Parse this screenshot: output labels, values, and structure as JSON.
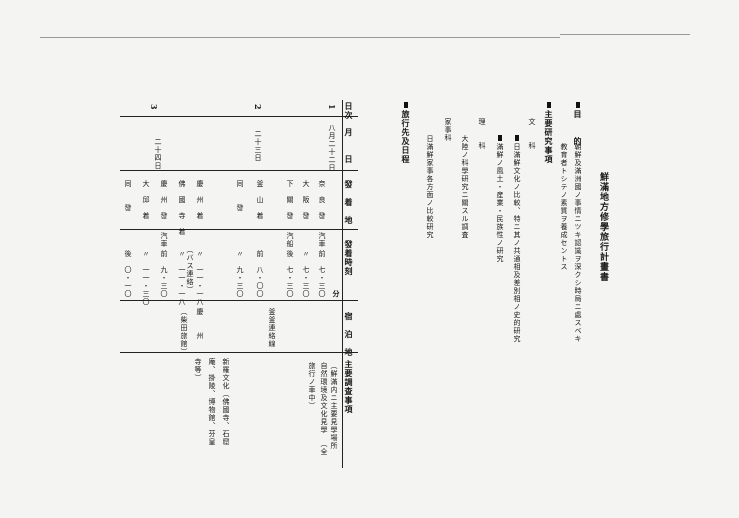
{
  "document": {
    "title": "鮮滿地方修學旅行計畫書",
    "sections": {
      "purpose": {
        "heading": "目　　的",
        "line1": "朝鮮及滿洲國ノ事情ニツキ認識ヲ深クシ時局ニ處スベキ",
        "line2": "教育者トシテノ素質ヲ養成セントス"
      },
      "research": {
        "heading": "主要研究事項",
        "category1": "文　　科",
        "item1": "日滿鮮文化ノ比較、特ニ其ノ共通相及差別相ノ史的研究",
        "item2": "滿鮮ノ風土・産業・民族性ノ研究",
        "category2": "理　　科",
        "item3": "大陸ノ科學研究ニ關スル調査",
        "category3": "家事科",
        "item4": "日滿鮮家事各方面ノ比較研究"
      },
      "itinerary_heading": "旅行先及日程"
    },
    "table": {
      "headers": {
        "day_no": "日次",
        "month_day": "月　　日",
        "route": "發　着　地",
        "time": "發着時刻",
        "minute": "分",
        "lodging": "宿　泊　地",
        "notes": "主要調査事項"
      },
      "rows": [
        {
          "day": "1",
          "date": "八月二十二日",
          "places": [
            "奈　良　發",
            "大　阪　發",
            "下　關　發"
          ],
          "modes": [
            "汽車",
            "",
            "汽船"
          ],
          "times": [
            "前　七・三〇",
            "〃　七・三〇",
            "後　七・三〇"
          ],
          "note1": "（鮮滿内ニ主要見學場所",
          "note2": "旅行ノ車中）"
        },
        {
          "day": "2",
          "date": "二十三日",
          "places": [
            "釜　山　着",
            "同　　發"
          ],
          "modes": [
            "",
            ""
          ],
          "times": [
            "前　八・〇〇",
            "〃　九・三〇"
          ],
          "lodging": "釜釜連絡線",
          "note1": "自然環境及文化見學",
          "note2": "（全"
        },
        {
          "day": "3",
          "date": "二十四日",
          "places": [
            "慶　州　着",
            "佛　國　寺　着",
            "慶　州　發",
            "大　邱　着",
            "同　　發"
          ],
          "modes": [
            "",
            "",
            "汽車",
            "",
            ""
          ],
          "times": [
            "〃　一一・一八",
            "〃　一一・一八",
            "前　九・三〇",
            "〃　一一・三〇",
            "後　〇・一〇"
          ],
          "route_note": "（バス連絡）",
          "lodging1": "慶　　州",
          "lodging2": "（柴田旅館）",
          "note1": "新羅文化（佛國寺、石窟",
          "note2": "庵、掛陵、博物館、芬皇",
          "note3": "寺等）"
        }
      ]
    }
  }
}
